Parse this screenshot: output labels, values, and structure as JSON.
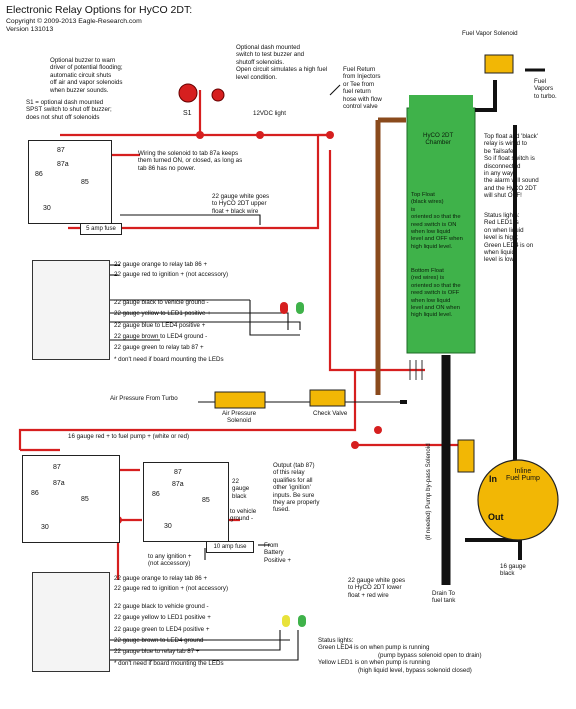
{
  "header": {
    "title": "Electronic Relay Options for HyCO 2DT:",
    "copyright": "Copyright © 2009-2013 Eagle-Research.com",
    "version": "Version 131013"
  },
  "notes": {
    "buzzer": [
      "Optional buzzer to warn",
      "driver of potential flooding;",
      "automatic circuit shuts",
      "off air and vapor solenoids",
      "when buzzer sounds."
    ],
    "s1": [
      "S1 = optional dash mounted",
      "SPST switch to shut off buzzer;",
      "does not shut off solenoids"
    ],
    "dash_switch": [
      "Optional dash mounted",
      "switch to test buzzer and",
      "shutoff solenoids.",
      "Open circuit simulates a high fuel",
      "level condition."
    ],
    "light": "12VDC light",
    "s1_label": "S1",
    "fuel_return": [
      "Fuel Return",
      "from Injectors",
      "or Tee from",
      "fuel return",
      "hose with flow",
      "control valve"
    ],
    "fuel_vapor_solenoid": "Fuel Vapor Solenoid",
    "fuel_vapors": [
      "Fuel",
      "Vapors",
      "to turbo."
    ],
    "failsafe": [
      "Top float and 'black'",
      "relay is wired to",
      "be 'failsafe'.",
      "So if float switch is",
      "disconnected",
      "in any way,",
      "the alarm will sound",
      "and the HyCO 2DT",
      "will shut OFF!"
    ],
    "status_lights_right": [
      "Status lights:",
      "Red LED1 is",
      "on when liquid",
      "level is high;",
      "Green LED4 is on",
      "when liquid",
      "level is low."
    ],
    "wiring_87a": [
      "Wiring the solenoid to tab 87a keeps",
      "them turned ON, or closed, as long as",
      "tab 86 has no power."
    ],
    "white_upper": [
      "22 gauge white goes",
      "to HyCO 2DT upper",
      "float + black wire"
    ],
    "fuse5": "5 amp fuse",
    "fuse10": "10 amp fuse",
    "air_pressure": "Air Pressure From Turbo",
    "air_solenoid": [
      "Air Pressure",
      "Solenoid"
    ],
    "check_valve": "Check Valve",
    "red16": "16 gauge red + to fuel pump + (white or red)",
    "output87": [
      "Output (tab 87)",
      "of this relay",
      "qualifies for all",
      "other 'ignition'",
      "inputs. Be sure",
      "they are properly",
      "fused."
    ],
    "black22": [
      "22",
      "gauge",
      "black"
    ],
    "vehicle_ground": [
      "to vehicle",
      "ground -"
    ],
    "any_ignition": [
      "to any ignition +",
      "(not accessory)"
    ],
    "from_battery": [
      "From",
      "Battery",
      "Positive +"
    ],
    "pump_bypass": "(if needed) Pump by-pass Solenoid",
    "inline_pump": [
      "Inline",
      "Fuel Pump"
    ],
    "pump_in": "In",
    "pump_out": "Out",
    "black16": [
      "16 gauge",
      "black"
    ],
    "drain": [
      "Drain To",
      "fuel tank"
    ],
    "white_lower": [
      "22 gauge white goes",
      "to HyCO 2DT lower",
      "float + red wire"
    ],
    "status_lights_bottom": [
      "Status lights:",
      "Green LED4 is on when pump is running",
      "(pump bypass solenoid open to drain)",
      "Yellow LED1 is on when pump is running",
      "(high liquid level, bypass solenoid closed)"
    ]
  },
  "chamber": {
    "title": [
      "HyCO 2DT",
      "Chamber"
    ],
    "top_float": [
      "Top Float",
      "(black wires)",
      "is",
      "oriented so that the",
      "reed switch is ON",
      "when low liquid",
      "level and OFF when",
      "high liquid level."
    ],
    "bottom_float": [
      "Bottom Float",
      "(red wires) is",
      "oriented so that the",
      "reed switch is OFF",
      "when low liquid",
      "level and ON when",
      "high liquid level."
    ],
    "color": "#3fb24a"
  },
  "relays": {
    "top": {
      "r87": "87",
      "r87a": "87a",
      "r86": "86",
      "r85": "85",
      "r30": "30"
    },
    "mid_left": {
      "r87": "87",
      "r87a": "87a",
      "r86": "86",
      "r85": "85",
      "r30": "30"
    },
    "mid_right": {
      "r87": "87",
      "r87a": "87a",
      "r86": "86",
      "r85": "85",
      "r30": "30"
    }
  },
  "board_top": {
    "lines": [
      "22 gauge orange to relay tab 86 +",
      "22 gauge red to ignition + (not accessory)",
      "22 gauge black to vehicle ground -",
      "22 gauge yellow to LED1 positive +",
      "22 gauge blue to LED4 positive +",
      "22 gauge brown to LED4 ground -",
      "22 gauge green to relay tab 87 +"
    ],
    "note": "* don't need if board mounting the LEDs"
  },
  "board_bottom": {
    "lines": [
      "22 gauge orange to relay tab 86 +",
      "22 gauge red to ignition + (not accessory)",
      "22 gauge black to vehicle ground -",
      "22 gauge yellow to LED1 positive +",
      "22 gauge green to LED4 positive +",
      "22 gauge brown to LED4 ground -",
      "22 gauge blue to relay tab 87 +"
    ],
    "note": "* don't need if board mounting the LEDs"
  },
  "colors": {
    "wire_red": "#d61f1f",
    "pump_yellow": "#f2b705",
    "chamber_green": "#3fb24a",
    "hose_black": "#111111",
    "hose_brown": "#8a4a1c"
  }
}
